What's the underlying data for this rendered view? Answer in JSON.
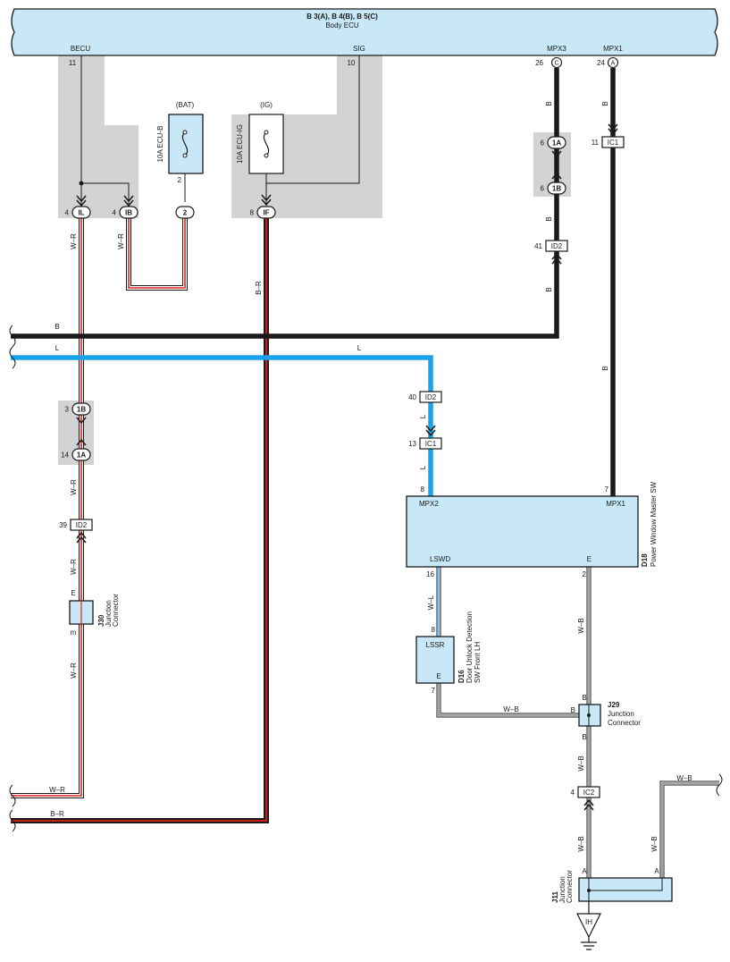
{
  "colors": {
    "ecu_fill": "#c9e8f7",
    "shade": "#d2d3d5",
    "wire_red": "#e0201b",
    "wire_blue": "#1aa3e8",
    "wire_black": "#1a1a1a"
  },
  "ecu": {
    "title": "B 3(A), B 4(B), B 5(C)",
    "name": "Body ECU",
    "pins": {
      "becu": "BECU",
      "becu_no": "11",
      "sig": "SIG",
      "sig_no": "10",
      "mpx3": "MPX3",
      "mpx3_no": "26",
      "mpx3_conn": "C",
      "mpx1": "MPX1",
      "mpx1_no": "24",
      "mpx1_conn": "A"
    }
  },
  "fuses": {
    "bat": {
      "source": "(BAT)",
      "name": "10A ECU-B",
      "pin": "2"
    },
    "ig": {
      "source": "(IG)",
      "name": "10A ECU-IG"
    }
  },
  "connectors": {
    "il": {
      "no": "4",
      "code": "IL"
    },
    "ib": {
      "no": "4",
      "code": "IB"
    },
    "two": {
      "code": "2"
    },
    "if": {
      "no": "8",
      "code": "IF"
    },
    "mpx3_1a": {
      "no": "6",
      "code": "1A"
    },
    "mpx3_1b": {
      "no": "6",
      "code": "1B"
    },
    "mpx3_id2": {
      "no": "41",
      "code": "ID2"
    },
    "mpx1_ic1": {
      "no": "11",
      "code": "IC1"
    },
    "l_id2": {
      "no": "40",
      "code": "ID2"
    },
    "l_ic1": {
      "no": "13",
      "code": "IC1"
    },
    "wr_1b": {
      "no": "3",
      "code": "1B"
    },
    "wr_1a": {
      "no": "14",
      "code": "1A"
    },
    "wr_id2": {
      "no": "39",
      "code": "ID2"
    },
    "e_ic2": {
      "no": "4",
      "code": "IC2"
    }
  },
  "wires": {
    "wr": "W–R",
    "br": "B–R",
    "b": "B",
    "l": "L",
    "wl": "W–L",
    "wb": "W–B"
  },
  "d18": {
    "id": "D18",
    "name": "Power Window Master SW",
    "mpx2": "MPX2",
    "mpx2_no": "8",
    "mpx1": "MPX1",
    "mpx1_no": "7",
    "lswd": "LSWD",
    "lswd_no": "16",
    "e": "E",
    "e_no": "2"
  },
  "d16": {
    "id": "D16",
    "name1": "Door Unlock Detection",
    "name2": "SW Front LH",
    "lssr": "LSSR",
    "lssr_no": "8",
    "e": "E",
    "e_no": "7"
  },
  "j30": {
    "id": "J30",
    "name1": "Junction",
    "name2": "Connector",
    "pin_top": "E",
    "pin_bot": "m"
  },
  "j29": {
    "id": "J29",
    "name1": "Junction",
    "name2": "Connector",
    "pin": "B"
  },
  "j11": {
    "id": "J11",
    "name1": "Junction",
    "name2": "Connector",
    "pin": "A"
  },
  "ground": {
    "code": "IH"
  }
}
